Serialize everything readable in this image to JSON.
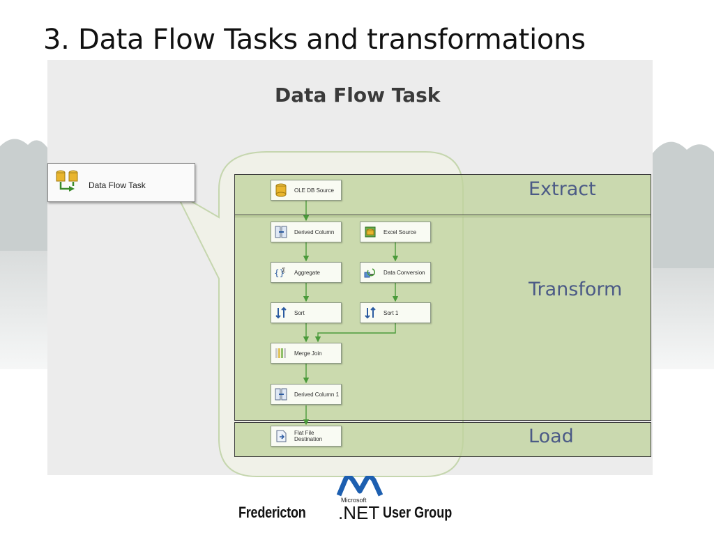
{
  "slide": {
    "title": "3. Data Flow Tasks and transformations"
  },
  "panel": {
    "title": "Data Flow Task",
    "task_box_label": "Data Flow Task"
  },
  "zones": {
    "extract": "Extract",
    "transform": "Transform",
    "load": "Load"
  },
  "components": {
    "ole_db_source": "OLE DB Source",
    "derived_column": "Derived Column",
    "excel_source": "Excel Source",
    "aggregate": "Aggregate",
    "data_conversion": "Data Conversion",
    "sort": "Sort",
    "sort_1": "Sort 1",
    "merge_join": "Merge Join",
    "derived_column_1": "Derived Column 1",
    "flat_file_destination": "Flat File Destination"
  },
  "footer": {
    "left": "Fredericton",
    "brand_small": "Microsoft",
    "brand_large": ".NET",
    "right": "User Group"
  },
  "colors": {
    "zone_fill": "#c0d49e",
    "zone_label": "#4b5a86",
    "flow_arrow": "#4a9a3a",
    "panel_bg": "#ececec"
  }
}
